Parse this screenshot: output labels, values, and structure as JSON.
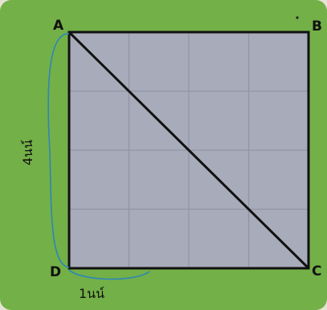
{
  "figure": {
    "vertices": {
      "a": "A",
      "b": "B",
      "c": "C",
      "d": "D"
    },
    "side_label": "4นน์",
    "unit_label": "1นน์",
    "grid": {
      "rows": 4,
      "cols": 4
    },
    "colors": {
      "background": "#73b047",
      "square_fill": "#a8abb9",
      "grid_line": "#9295a4",
      "outline": "#111111",
      "brace": "#2e86b8"
    }
  }
}
